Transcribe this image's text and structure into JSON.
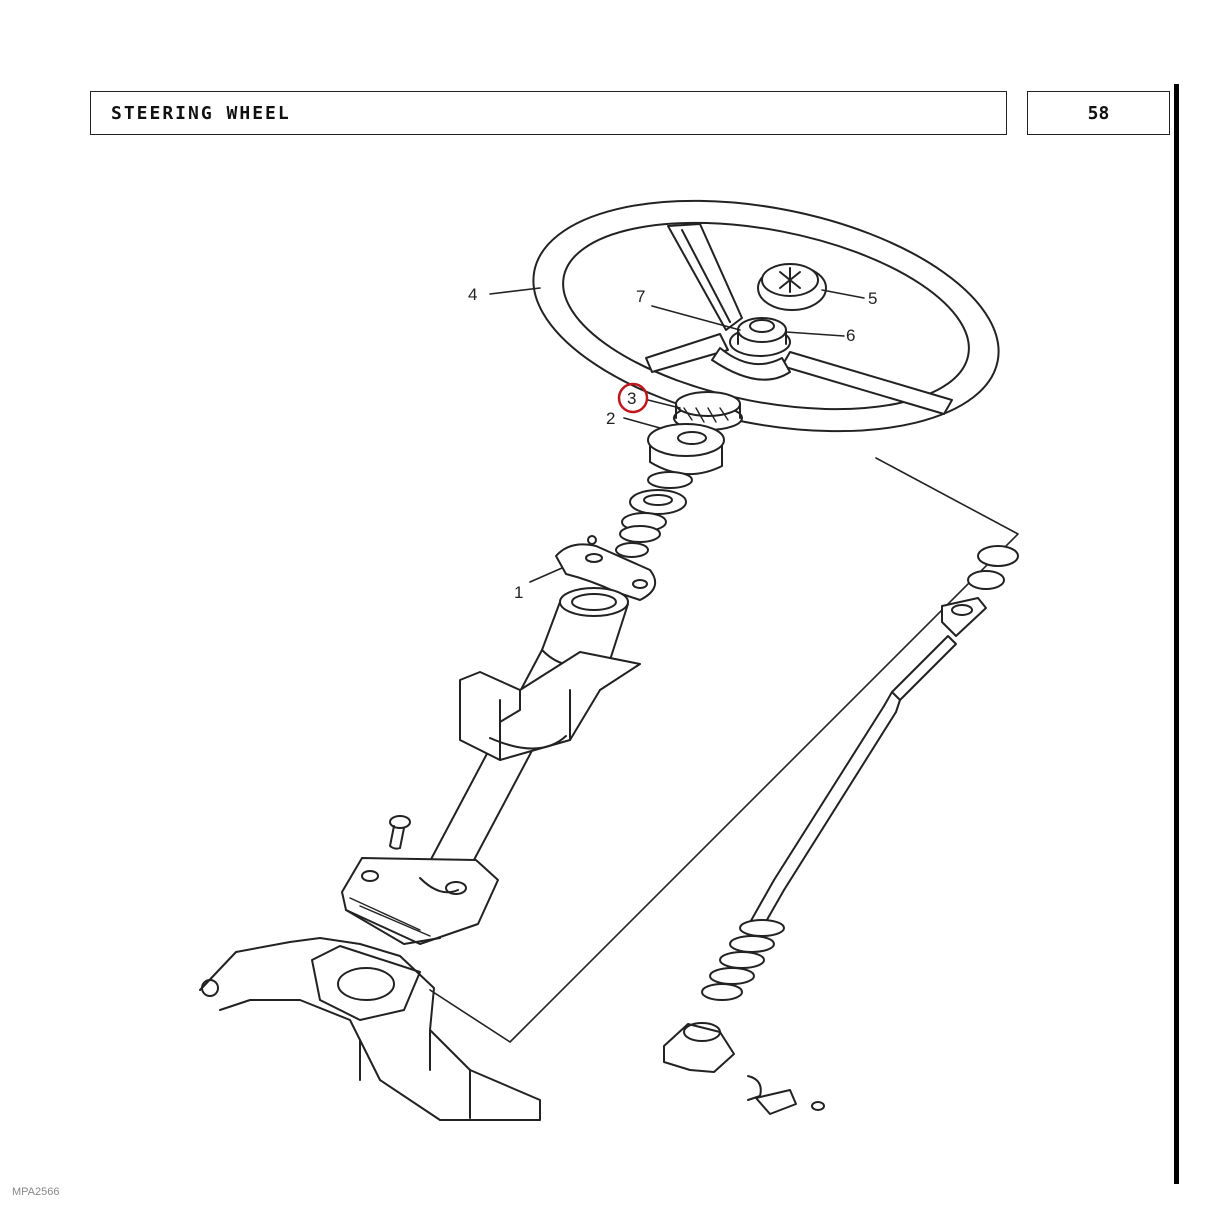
{
  "header": {
    "title": "STEERING WHEEL",
    "page_number": "58"
  },
  "callouts": [
    {
      "label": "1",
      "part": "column-bracket"
    },
    {
      "label": "2",
      "part": "hub-bushing"
    },
    {
      "label": "3",
      "part": "splined-nut",
      "highlighted": true
    },
    {
      "label": "4",
      "part": "steering-wheel-rim"
    },
    {
      "label": "5",
      "part": "center-cap"
    },
    {
      "label": "6",
      "part": "hub-nut"
    },
    {
      "label": "7",
      "part": "washer"
    }
  ],
  "footer": {
    "code": "MPA2566"
  },
  "colors": {
    "line": "#222222",
    "highlight": "#c0161c"
  }
}
